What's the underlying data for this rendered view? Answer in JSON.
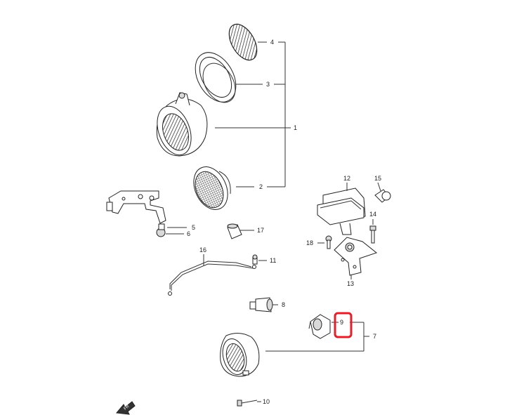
{
  "callouts": {
    "c1": "1",
    "c2": "2",
    "c3": "3",
    "c4": "4",
    "c5": "5",
    "c6": "6",
    "c7": "7",
    "c8": "8",
    "c9": "9",
    "c10": "10",
    "c11": "11",
    "c12": "12",
    "c13": "13",
    "c14": "14",
    "c15": "15",
    "c16": "16",
    "c17": "17",
    "c18": "18"
  },
  "highlight": {
    "part": "9",
    "color": "#e0202a"
  }
}
